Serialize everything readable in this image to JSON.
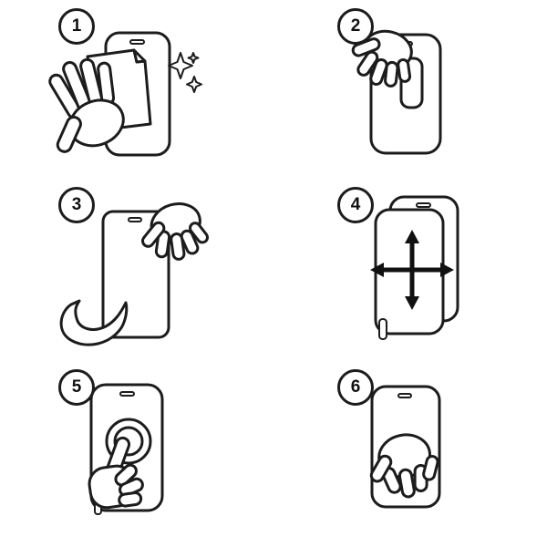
{
  "title": "screen-protector-installation-instructions",
  "colors": {
    "line": "#1c1c1c",
    "background": "#ffffff"
  },
  "steps": [
    {
      "number": "1",
      "icon": "wipe-screen-with-cloth-and-sparkles-icon"
    },
    {
      "number": "2",
      "icon": "peel-liner-tab-from-screen-icon"
    },
    {
      "number": "3",
      "icon": "hold-phone-and-peel-film-from-top-icon"
    },
    {
      "number": "4",
      "icon": "align-protector-four-direction-arrows-icon"
    },
    {
      "number": "5",
      "icon": "press-center-of-screen-with-finger-icon"
    },
    {
      "number": "6",
      "icon": "smooth-screen-with-hand-icon"
    }
  ]
}
